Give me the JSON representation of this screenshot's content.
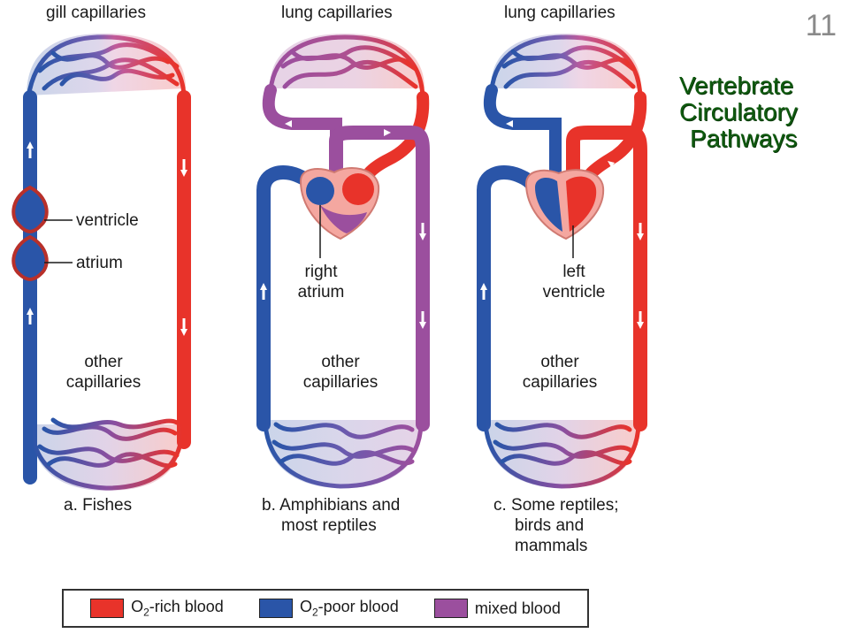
{
  "slide_number": "11",
  "title": [
    "Vertebrate",
    "Circulatory",
    "Pathways"
  ],
  "colors": {
    "o2_rich": "#e8332a",
    "o2_poor": "#2a55a8",
    "mixed": "#9b4f9e",
    "arrow": "#ffffff",
    "title": "#0f5a0f"
  },
  "panels": {
    "fishes": {
      "top_label": "gill capillaries",
      "bottom_label": [
        "other",
        "capillaries"
      ],
      "caption": [
        "a. Fishes"
      ],
      "callouts": [
        "ventricle",
        "atrium"
      ]
    },
    "amphibians": {
      "top_label": "lung capillaries",
      "bottom_label": [
        "other",
        "capillaries"
      ],
      "caption": [
        "b. Amphibians and",
        "most reptiles"
      ],
      "callouts": [
        "right",
        "atrium"
      ]
    },
    "mammals": {
      "top_label": "lung capillaries",
      "bottom_label": [
        "other",
        "capillaries"
      ],
      "caption": [
        "c. Some reptiles;",
        "birds and",
        "mammals"
      ],
      "callouts": [
        "left",
        "ventricle"
      ]
    }
  },
  "legend": [
    {
      "label_pre": "O",
      "label_sub": "2",
      "label_post": "-rich blood",
      "color": "#e8332a"
    },
    {
      "label_pre": "O",
      "label_sub": "2",
      "label_post": "-poor blood",
      "color": "#2a55a8"
    },
    {
      "label_pre": "",
      "label_sub": "",
      "label_post": "mixed blood",
      "color": "#9b4f9e"
    }
  ]
}
